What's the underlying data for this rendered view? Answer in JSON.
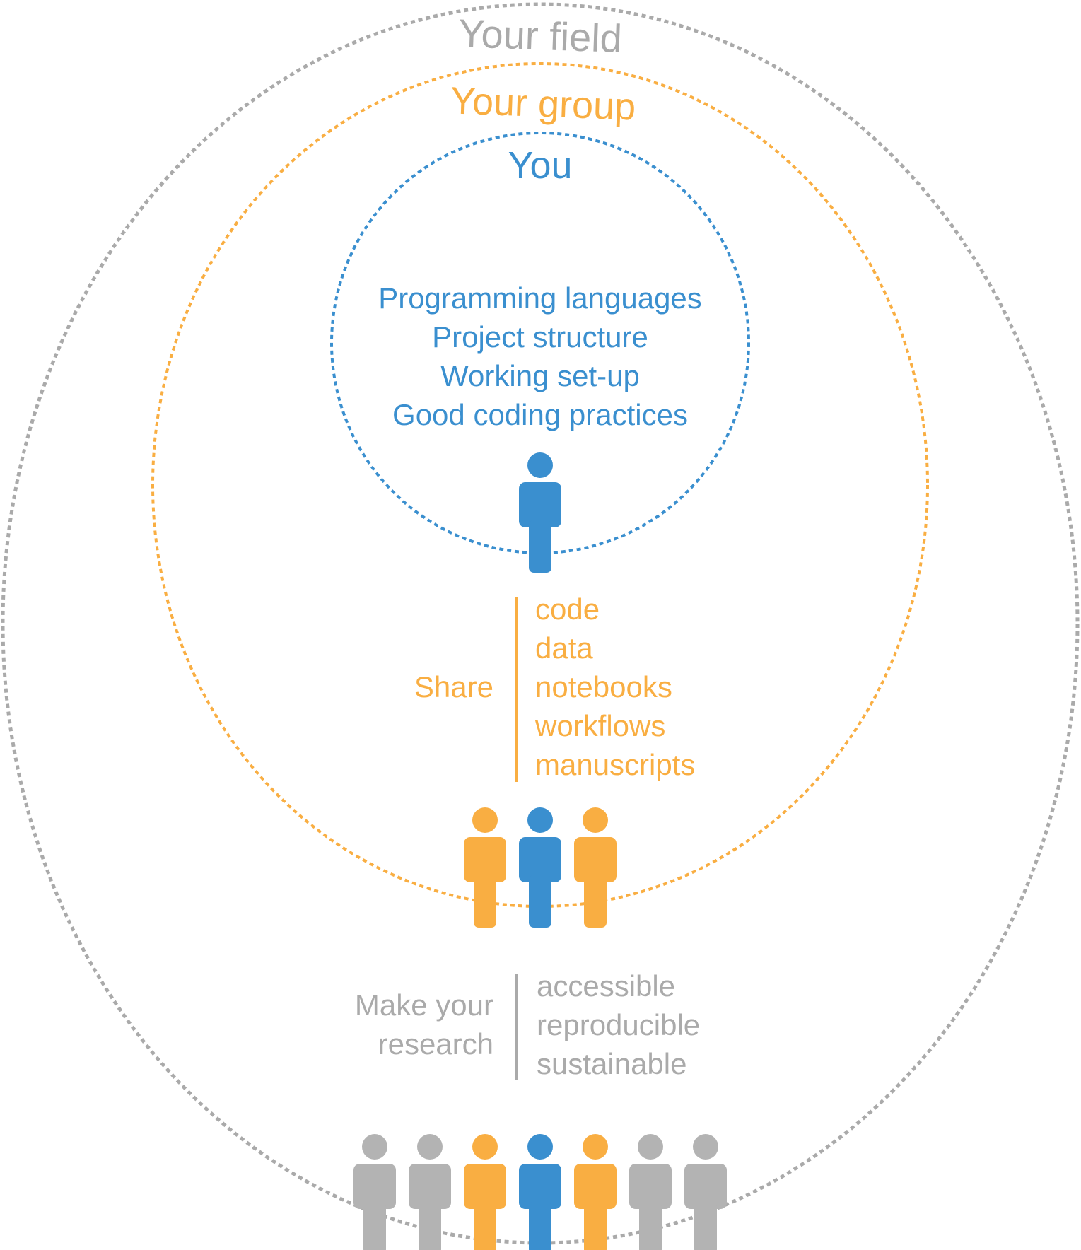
{
  "colors": {
    "blue": "#3a8fcf",
    "orange": "#f9ae42",
    "gray": "#aaaaaa",
    "gray_figure": "#b3b3b3"
  },
  "circles": {
    "field": {
      "title": "Your field"
    },
    "group": {
      "title": "Your group"
    },
    "you": {
      "title": "You"
    }
  },
  "you_topics": [
    "Programming languages",
    "Project structure",
    "Working set-up",
    "Good coding practices"
  ],
  "share": {
    "label": "Share",
    "items": [
      "code",
      "data",
      "notebooks",
      "workflows",
      "manuscripts"
    ]
  },
  "research": {
    "label_line1": "Make your",
    "label_line2": "research",
    "items": [
      "accessible",
      "reproducible",
      "sustainable"
    ]
  },
  "figures": {
    "you": [
      "blue"
    ],
    "group": [
      "orange",
      "blue",
      "orange"
    ],
    "field": [
      "gray",
      "gray",
      "orange",
      "blue",
      "orange",
      "gray",
      "gray"
    ],
    "icon_name": "person-icon"
  }
}
